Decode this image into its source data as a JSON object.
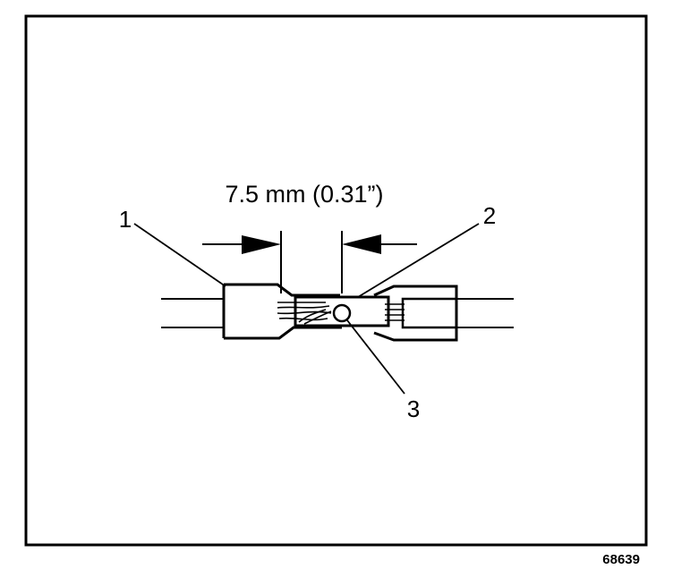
{
  "figure": {
    "dimension_label": "7.5 mm (0.31”)",
    "callouts": [
      "1",
      "2",
      "3"
    ],
    "figure_number": "68639"
  },
  "colors": {
    "ink": "#000000",
    "paper": "#ffffff"
  }
}
